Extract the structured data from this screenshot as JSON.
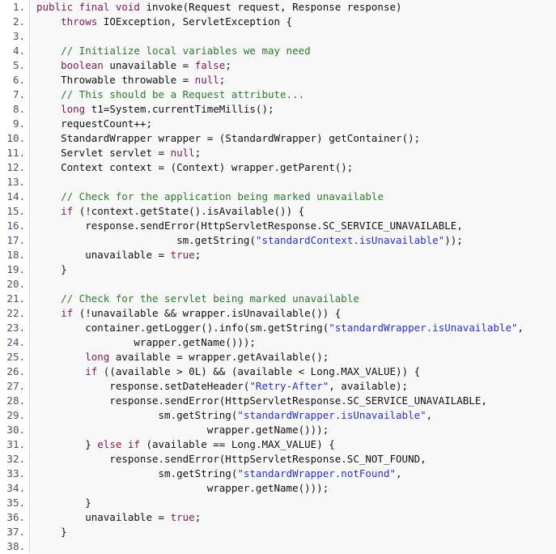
{
  "theme": {
    "keyword": "#7a1a56",
    "comment": "#2b7a2b",
    "string": "#2431c9",
    "plain": "#111111",
    "gutter_text": "#4a4f6a",
    "code_background": "#f8f8f8"
  },
  "code": {
    "lines": [
      {
        "number": "1.",
        "tokens": [
          {
            "t": "kw",
            "v": "public final void"
          },
          {
            "t": "pl",
            "v": " invoke(Request request, Response response)"
          }
        ]
      },
      {
        "number": "2.",
        "tokens": [
          {
            "t": "pl",
            "v": "    "
          },
          {
            "t": "kw",
            "v": "throws"
          },
          {
            "t": "pl",
            "v": " IOException, ServletException {"
          }
        ]
      },
      {
        "number": "3.",
        "tokens": []
      },
      {
        "number": "4.",
        "tokens": [
          {
            "t": "pl",
            "v": "    "
          },
          {
            "t": "cm",
            "v": "// Initialize local variables we may need"
          }
        ]
      },
      {
        "number": "5.",
        "tokens": [
          {
            "t": "pl",
            "v": "    "
          },
          {
            "t": "kw",
            "v": "boolean"
          },
          {
            "t": "pl",
            "v": " unavailable = "
          },
          {
            "t": "kw",
            "v": "false"
          },
          {
            "t": "pl",
            "v": ";"
          }
        ]
      },
      {
        "number": "6.",
        "tokens": [
          {
            "t": "pl",
            "v": "    Throwable throwable = "
          },
          {
            "t": "kw",
            "v": "null"
          },
          {
            "t": "pl",
            "v": ";"
          }
        ]
      },
      {
        "number": "7.",
        "tokens": [
          {
            "t": "pl",
            "v": "    "
          },
          {
            "t": "cm",
            "v": "// This should be a Request attribute..."
          }
        ]
      },
      {
        "number": "8.",
        "tokens": [
          {
            "t": "pl",
            "v": "    "
          },
          {
            "t": "kw",
            "v": "long"
          },
          {
            "t": "pl",
            "v": " t1=System.currentTimeMillis();"
          }
        ]
      },
      {
        "number": "9.",
        "tokens": [
          {
            "t": "pl",
            "v": "    requestCount++;"
          }
        ]
      },
      {
        "number": "10.",
        "tokens": [
          {
            "t": "pl",
            "v": "    StandardWrapper wrapper = (StandardWrapper) getContainer();"
          }
        ]
      },
      {
        "number": "11.",
        "tokens": [
          {
            "t": "pl",
            "v": "    Servlet servlet = "
          },
          {
            "t": "kw",
            "v": "null"
          },
          {
            "t": "pl",
            "v": ";"
          }
        ]
      },
      {
        "number": "12.",
        "tokens": [
          {
            "t": "pl",
            "v": "    Context context = (Context) wrapper.getParent();"
          }
        ]
      },
      {
        "number": "13.",
        "tokens": []
      },
      {
        "number": "14.",
        "tokens": [
          {
            "t": "pl",
            "v": "    "
          },
          {
            "t": "cm",
            "v": "// Check for the application being marked unavailable"
          }
        ]
      },
      {
        "number": "15.",
        "tokens": [
          {
            "t": "pl",
            "v": "    "
          },
          {
            "t": "kw",
            "v": "if"
          },
          {
            "t": "pl",
            "v": " (!context.getState().isAvailable()) {"
          }
        ]
      },
      {
        "number": "16.",
        "tokens": [
          {
            "t": "pl",
            "v": "        response.sendError(HttpServletResponse.SC_SERVICE_UNAVAILABLE,"
          }
        ]
      },
      {
        "number": "17.",
        "tokens": [
          {
            "t": "pl",
            "v": "                       sm.getString("
          },
          {
            "t": "st",
            "v": "\"standardContext.isUnavailable\""
          },
          {
            "t": "pl",
            "v": "));"
          }
        ]
      },
      {
        "number": "18.",
        "tokens": [
          {
            "t": "pl",
            "v": "        unavailable = "
          },
          {
            "t": "kw",
            "v": "true"
          },
          {
            "t": "pl",
            "v": ";"
          }
        ]
      },
      {
        "number": "19.",
        "tokens": [
          {
            "t": "pl",
            "v": "    }"
          }
        ]
      },
      {
        "number": "20.",
        "tokens": []
      },
      {
        "number": "21.",
        "tokens": [
          {
            "t": "pl",
            "v": "    "
          },
          {
            "t": "cm",
            "v": "// Check for the servlet being marked unavailable"
          }
        ]
      },
      {
        "number": "22.",
        "tokens": [
          {
            "t": "pl",
            "v": "    "
          },
          {
            "t": "kw",
            "v": "if"
          },
          {
            "t": "pl",
            "v": " (!unavailable && wrapper.isUnavailable()) {"
          }
        ]
      },
      {
        "number": "23.",
        "tokens": [
          {
            "t": "pl",
            "v": "        container.getLogger().info(sm.getString("
          },
          {
            "t": "st",
            "v": "\"standardWrapper.isUnavailable\""
          },
          {
            "t": "pl",
            "v": ","
          }
        ]
      },
      {
        "number": "24.",
        "tokens": [
          {
            "t": "pl",
            "v": "                wrapper.getName()));"
          }
        ]
      },
      {
        "number": "25.",
        "tokens": [
          {
            "t": "pl",
            "v": "        "
          },
          {
            "t": "kw",
            "v": "long"
          },
          {
            "t": "pl",
            "v": " available = wrapper.getAvailable();"
          }
        ]
      },
      {
        "number": "26.",
        "tokens": [
          {
            "t": "pl",
            "v": "        "
          },
          {
            "t": "kw",
            "v": "if"
          },
          {
            "t": "pl",
            "v": " ((available > 0L) && (available < Long.MAX_VALUE)) {"
          }
        ]
      },
      {
        "number": "27.",
        "tokens": [
          {
            "t": "pl",
            "v": "            response.setDateHeader("
          },
          {
            "t": "st",
            "v": "\"Retry-After\""
          },
          {
            "t": "pl",
            "v": ", available);"
          }
        ]
      },
      {
        "number": "28.",
        "tokens": [
          {
            "t": "pl",
            "v": "            response.sendError(HttpServletResponse.SC_SERVICE_UNAVAILABLE,"
          }
        ]
      },
      {
        "number": "29.",
        "tokens": [
          {
            "t": "pl",
            "v": "                    sm.getString("
          },
          {
            "t": "st",
            "v": "\"standardWrapper.isUnavailable\""
          },
          {
            "t": "pl",
            "v": ","
          }
        ]
      },
      {
        "number": "30.",
        "tokens": [
          {
            "t": "pl",
            "v": "                            wrapper.getName()));"
          }
        ]
      },
      {
        "number": "31.",
        "tokens": [
          {
            "t": "pl",
            "v": "        } "
          },
          {
            "t": "kw",
            "v": "else if"
          },
          {
            "t": "pl",
            "v": " (available == Long.MAX_VALUE) {"
          }
        ]
      },
      {
        "number": "32.",
        "tokens": [
          {
            "t": "pl",
            "v": "            response.sendError(HttpServletResponse.SC_NOT_FOUND,"
          }
        ]
      },
      {
        "number": "33.",
        "tokens": [
          {
            "t": "pl",
            "v": "                    sm.getString("
          },
          {
            "t": "st",
            "v": "\"standardWrapper.notFound\""
          },
          {
            "t": "pl",
            "v": ","
          }
        ]
      },
      {
        "number": "34.",
        "tokens": [
          {
            "t": "pl",
            "v": "                            wrapper.getName()));"
          }
        ]
      },
      {
        "number": "35.",
        "tokens": [
          {
            "t": "pl",
            "v": "        }"
          }
        ]
      },
      {
        "number": "36.",
        "tokens": [
          {
            "t": "pl",
            "v": "        unavailable = "
          },
          {
            "t": "kw",
            "v": "true"
          },
          {
            "t": "pl",
            "v": ";"
          }
        ]
      },
      {
        "number": "37.",
        "tokens": [
          {
            "t": "pl",
            "v": "    }"
          }
        ]
      },
      {
        "number": "38.",
        "tokens": []
      }
    ]
  }
}
